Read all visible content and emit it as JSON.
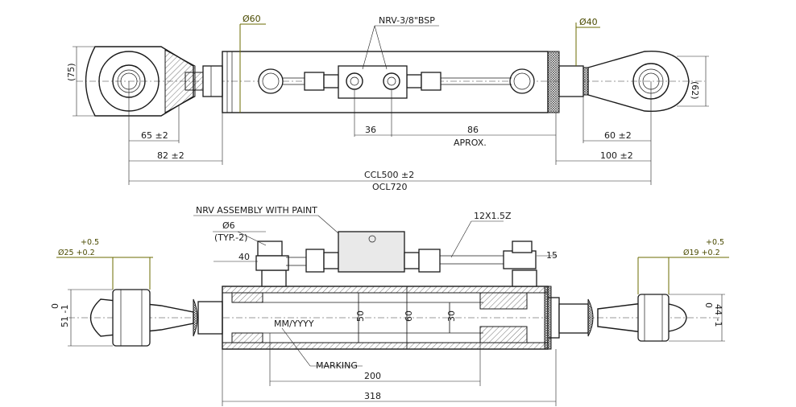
{
  "top_view": {
    "dia_rod": "Ø60",
    "nrv_label": "NRV-3/8\"BSP",
    "dia_eye_right": "Ø40",
    "h_left": "(75)",
    "h_right": "(62)",
    "d_65": "65 ±2",
    "d_82": "82 ±2",
    "d_36": "36",
    "d_86": "86",
    "aprox": "APROX.",
    "d_60": "60 ±2",
    "d_100": "100 ±2",
    "ccl": "CCL500 ±2",
    "ocl": "OCL720"
  },
  "bottom_view": {
    "nrv_assembly": "NRV ASSEMBLY WITH PAINT",
    "dia6": "Ø6",
    "typ2": "(TYP.-2)",
    "pipe": "12X1.5Z",
    "d_40": "40",
    "d_15": "15",
    "left_tol_upper": "+0.5",
    "left_dia_tol": "Ø25 +0.2",
    "right_tol_upper": "+0.5",
    "right_dia_tol": "Ø19 +0.2",
    "left_w_0": "0",
    "left_w": "51 -1",
    "right_w_0": "0",
    "right_w": "44 -1",
    "d_50": "50",
    "d_60": "60",
    "d_30": "30",
    "marking_code": "MM/YYYY",
    "marking": "MARKING",
    "d_200": "200",
    "d_318": "318"
  }
}
